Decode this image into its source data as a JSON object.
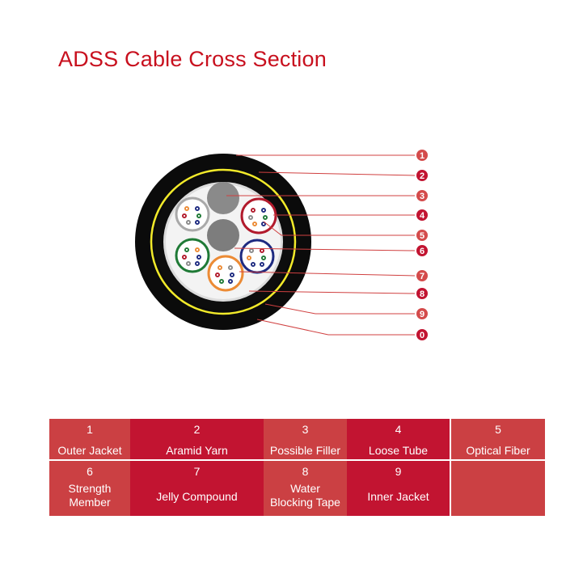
{
  "title": "ADSS Cable Cross Section",
  "callouts": [
    "1",
    "2",
    "3",
    "4",
    "5",
    "6",
    "7",
    "8",
    "9",
    "0"
  ],
  "legend": [
    {
      "num": "1",
      "label": "Outer Jacket"
    },
    {
      "num": "2",
      "label": "Aramid Yarn"
    },
    {
      "num": "3",
      "label": "Possible Filler"
    },
    {
      "num": "4",
      "label": "Loose Tube"
    },
    {
      "num": "5",
      "label": "Optical Fiber"
    },
    {
      "num": "6",
      "label_lines": [
        "Strength",
        "Member"
      ]
    },
    {
      "num": "7",
      "label": "Jelly Compound"
    },
    {
      "num": "8",
      "label_lines": [
        "Water",
        "Blocking Tape"
      ]
    },
    {
      "num": "9",
      "label": "Inner Jacket"
    }
  ],
  "colors": {
    "title": "#c8101e",
    "outer_jacket": "#0b0b0b",
    "aramid_yarn": "#f2ea2a",
    "filler": "#8a8a8a",
    "strength_member": "#7d7d7d",
    "tube_red": "#b21a2c",
    "tube_navy": "#1d2a80",
    "tube_green": "#1f7a36",
    "tube_orange": "#ec8b35",
    "tube_gray": "#a9a9a9",
    "cell_light": "#cb4043",
    "cell_dark": "#c21431"
  }
}
